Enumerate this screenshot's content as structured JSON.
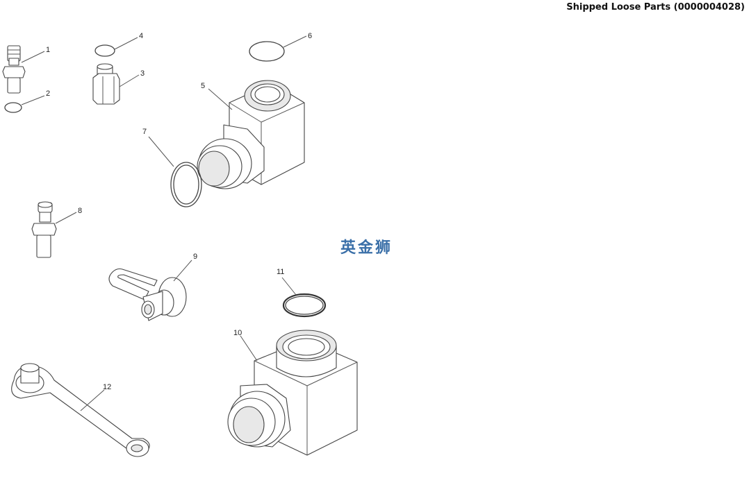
{
  "header": {
    "title": "Shipped Loose Parts (0000004028)"
  },
  "watermark": {
    "text": "英金狮",
    "color": "#3a6fa8"
  },
  "callouts": [
    "1",
    "2",
    "3",
    "4",
    "5",
    "6",
    "7",
    "8",
    "9",
    "10",
    "11",
    "12"
  ],
  "icons": {
    "part-1": "quick-coupler-male-icon",
    "part-2": "small-o-ring-icon",
    "part-3": "hex-adapter-icon",
    "part-4": "small-o-ring-icon",
    "part-5": "elbow-block-icon",
    "part-6": "o-ring-icon",
    "part-7": "large-o-ring-icon",
    "part-8": "quick-coupler-icon",
    "part-9": "dust-cap-with-strap-icon",
    "part-10": "elbow-block-icon",
    "part-11": "o-ring-icon",
    "part-12": "tethered-cap-icon"
  }
}
